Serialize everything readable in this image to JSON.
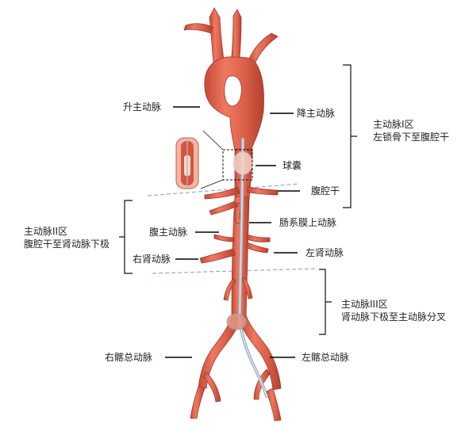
{
  "labels": {
    "ascending_aorta": "升主动脉",
    "descending_aorta": "降主动脉",
    "balloon": "球囊",
    "celiac_trunk": "腹腔干",
    "superior_mesenteric": "肠系膜上动脉",
    "abdominal_aorta": "腹主动脉",
    "left_renal": "左肾动脉",
    "right_renal": "右肾动脉",
    "right_common_iliac": "右髂总动脉",
    "left_common_iliac": "左髂总动脉"
  },
  "zones": [
    {
      "title": "主动脉I区",
      "desc": "左锁骨下至腹腔干"
    },
    {
      "title": "主动脉II区",
      "desc": "腹腔干至肾动脉下极"
    },
    {
      "title": "主动脉III区",
      "desc": "肾动脉下极至主动脉分叉"
    }
  ],
  "colors": {
    "artery": "#e3664f",
    "artery_dark": "#b94535",
    "artery_light": "#f29a86",
    "catheter": "#9fb7c6",
    "dashed_line": "#7b9fd0",
    "leader": "#000000"
  }
}
